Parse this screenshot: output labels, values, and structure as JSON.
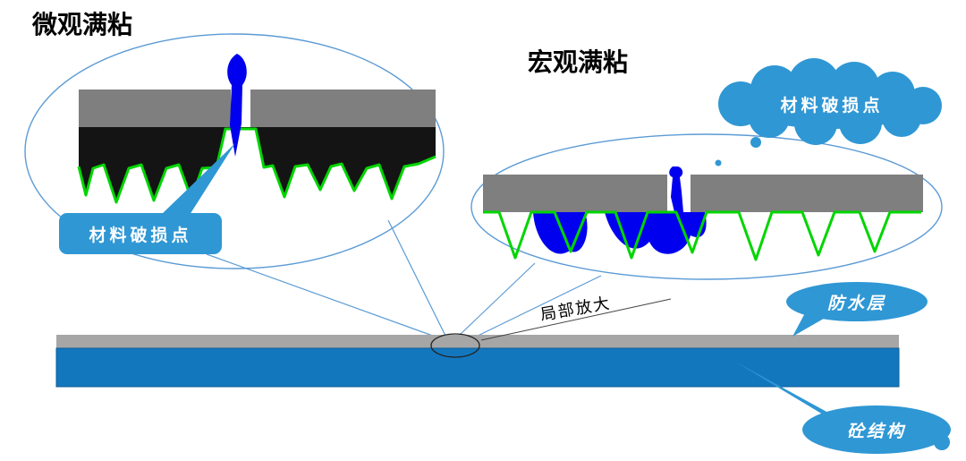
{
  "titles": {
    "micro_left": "微观满粘",
    "macro_right": "宏观满粘"
  },
  "callouts": {
    "damage_left": "材料破损点",
    "damage_right": "材料破损点",
    "waterproof_layer": "防水层",
    "concrete_structure": "砼结构",
    "zoom_note": "局部放大"
  },
  "colors": {
    "callout_blue": "#2f97d4",
    "slab_blue": "#1377be",
    "slab_blue_edge": "#0f5e97",
    "slab_gray": "#a6a6a6",
    "bar_gray": "#7f7f7f",
    "layer_black": "#141414",
    "adhesive_green": "#00d500",
    "damage_blue": "#0000ee",
    "outline_blue": "#5b9bd5",
    "thin_line": "#444444"
  }
}
